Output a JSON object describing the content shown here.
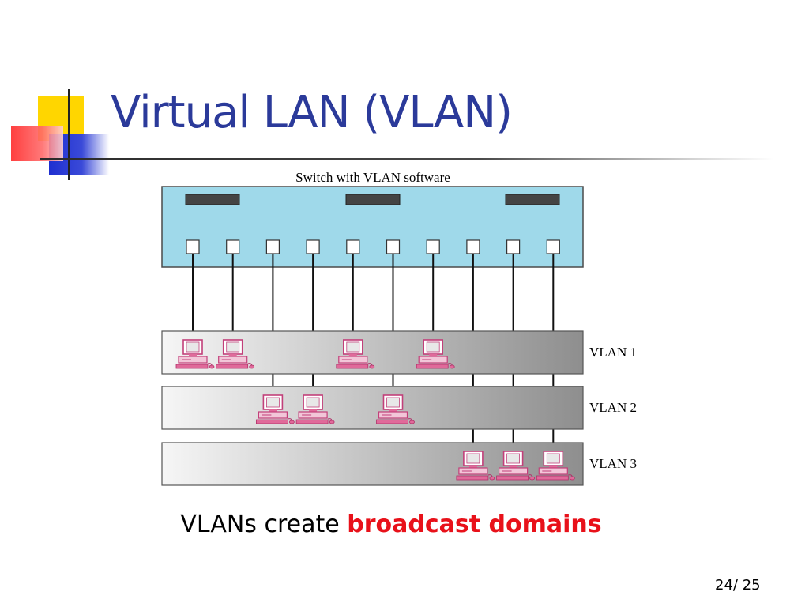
{
  "slide": {
    "title": "Virtual LAN (VLAN)",
    "caption_prefix": "VLANs create ",
    "caption_emphasis": "broadcast domains",
    "page_number": "24/ 25"
  },
  "diagram": {
    "switch_label": "Switch with VLAN software",
    "vlans": [
      {
        "label": "VLAN 1",
        "port_indices": [
          0,
          1,
          4,
          6
        ]
      },
      {
        "label": "VLAN 2",
        "port_indices": [
          2,
          3,
          5
        ]
      },
      {
        "label": "VLAN 3",
        "port_indices": [
          7,
          8,
          9
        ]
      }
    ],
    "port_count": 10,
    "colors": {
      "switch_fill": "#9fd9ea",
      "title_blue": "#2b3a9a",
      "emphasis_red": "#e8111a",
      "computer_pink": "#e06a9a"
    }
  }
}
